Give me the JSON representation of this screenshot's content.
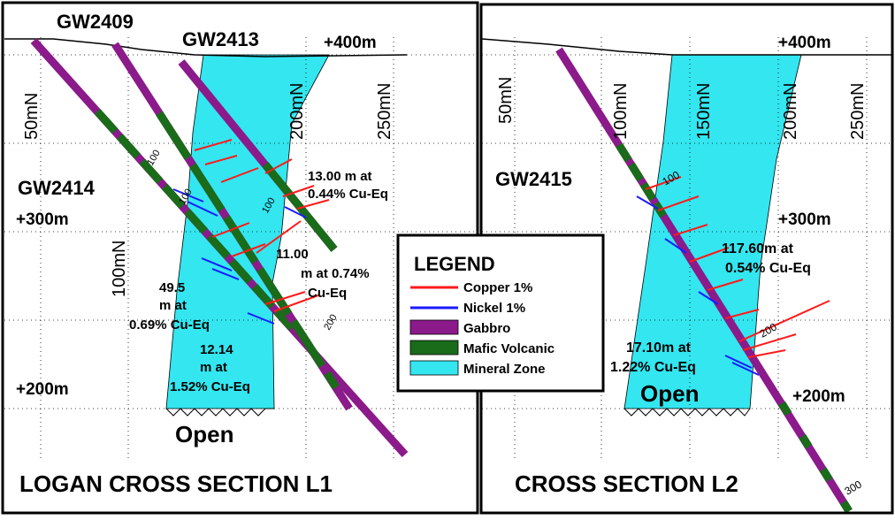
{
  "colors": {
    "copper": "#ff1a1a",
    "nickel": "#1a1aff",
    "gabbro": "#8b1a8b",
    "mafic": "#1a6b1a",
    "mineral": "#33e6f0",
    "grid": "#000000",
    "frame": "#000000"
  },
  "legend": {
    "title": "LEGEND",
    "items": [
      {
        "label": "Copper 1%",
        "color": "#ff1a1a"
      },
      {
        "label": "Nickel 1%",
        "color": "#1a1aff"
      },
      {
        "label": "Gabbro",
        "color": "#8b1a8b"
      },
      {
        "label": "Mafic Volcanic",
        "color": "#1a6b1a"
      },
      {
        "label": "Mineral Zone",
        "color": "#33e6f0"
      }
    ]
  },
  "left": {
    "section_title": "LOGAN CROSS SECTION L1",
    "holes": [
      "GW2409",
      "GW2413",
      "GW2414"
    ],
    "elevations": [
      "+400m",
      "+300m",
      "+200m"
    ],
    "northings": [
      "50mN",
      "100mN",
      "200mN",
      "250mN"
    ],
    "depth_ticks": [
      "100",
      "100",
      "100",
      "200"
    ],
    "open_label": "Open",
    "intercepts": [
      {
        "l1": "13.00 m at",
        "l2": "0.44% Cu-Eq"
      },
      {
        "l1": "11.00",
        "l2": "m at 0.74%",
        "l3": "Cu-Eq"
      },
      {
        "l1": "49.5",
        "l2": "m at",
        "l3": "0.69% Cu-Eq"
      },
      {
        "l1": "12.14",
        "l2": "m at",
        "l3": "1.52% Cu-Eq"
      }
    ]
  },
  "right": {
    "section_title": "CROSS SECTION L2",
    "holes": [
      "GW2415"
    ],
    "elevations": [
      "+400m",
      "+300m",
      "+200m"
    ],
    "northings": [
      "50mN",
      "100mN",
      "150mN",
      "200mN",
      "250mN"
    ],
    "depth_ticks": [
      "100",
      "200",
      "300"
    ],
    "open_label": "Open",
    "intercepts": [
      {
        "l1": "117.60m at",
        "l2": "0.54% Cu-Eq"
      },
      {
        "l1": "17.10m at",
        "l2": "1.22% Cu-Eq"
      }
    ]
  }
}
